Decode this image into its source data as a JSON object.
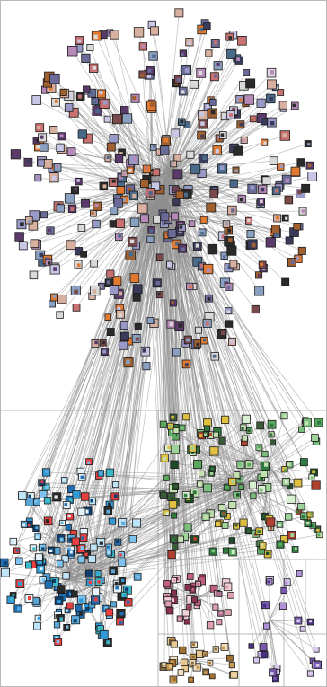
{
  "graph": {
    "type": "network",
    "background": "#ffffff",
    "edge_color": "#8f8f8f",
    "node_outline_color": "#1c1c1c",
    "grid_line_color": "#b9b9b9",
    "clusters": [
      {
        "id": "main-cluster",
        "node_count": 380,
        "palette": [
          "#3a3a5a",
          "#6b6b9a",
          "#9a9ac8",
          "#c8c8e6",
          "#7a4a4a",
          "#c97070",
          "#d8b0a0",
          "#4a6a8a",
          "#8aa0c0",
          "#5a3a6a",
          "#b68ab8",
          "#2a2a2a",
          "#d9d9d9",
          "#a06030",
          "#e07a30"
        ]
      },
      {
        "id": "blue-cluster",
        "node_count": 150,
        "palette": [
          "#1f6fb2",
          "#2f9ad6",
          "#7ec3ee",
          "#bfe3f7",
          "#0e3f6e",
          "#5aa8d8",
          "#e6f3fb",
          "#e84040",
          "#2a2a2a",
          "#3cb8c8"
        ]
      },
      {
        "id": "green-cluster",
        "node_count": 140,
        "palette": [
          "#2f7a3f",
          "#5aa860",
          "#9fd39a",
          "#d8efd2",
          "#1e4a28",
          "#7bbf7f",
          "#c5e0b0",
          "#e0c040",
          "#b04030",
          "#3a5a3a"
        ]
      },
      {
        "id": "pink-cluster",
        "node_count": 40,
        "palette": [
          "#c06080",
          "#e0a0b0",
          "#f2d0d8",
          "#8a3050",
          "#b07090"
        ]
      },
      {
        "id": "tan-cluster",
        "node_count": 30,
        "palette": [
          "#c89a50",
          "#e6c890",
          "#a07030",
          "#f0e0c0",
          "#8a6a40"
        ]
      },
      {
        "id": "purple-cluster",
        "node_count": 25,
        "palette": [
          "#7a5ab0",
          "#b090d8",
          "#d8c8f0",
          "#4a3080"
        ]
      }
    ]
  }
}
